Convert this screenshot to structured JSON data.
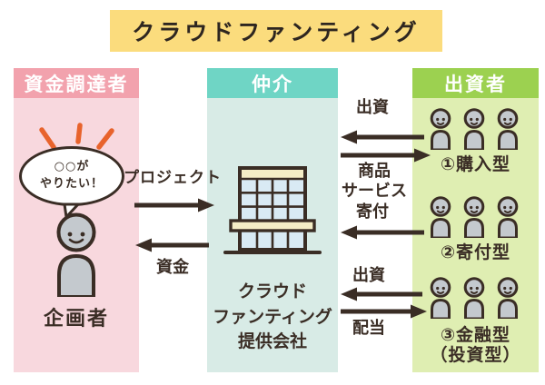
{
  "title": "クラウドファンティング",
  "columns": {
    "fundraiser": {
      "header": "資金調達者",
      "bubble_line1": "○○が",
      "bubble_line2": "やりたい！",
      "label": "企画者"
    },
    "intermediary": {
      "header": "仲介",
      "name_line1": "クラウド",
      "name_line2": "ファンティング",
      "name_line3": "提供会社"
    },
    "investors": {
      "header": "出資者",
      "groups": [
        {
          "label": "①購入型"
        },
        {
          "label": "②寄付型"
        },
        {
          "label": "③金融型",
          "sublabel": "（投資型）"
        }
      ]
    }
  },
  "flows": {
    "project": "プロジェクト",
    "fund": "資金",
    "investment_top": "出資",
    "goods_line1": "商品",
    "goods_line2": "サービス",
    "donation": "寄付",
    "investment_bottom": "出資",
    "dividend": "配当"
  },
  "colors": {
    "title_bg": "#fbdc7d",
    "fundraiser_header": "#f2a2ad",
    "fundraiser_bg": "#f8d8de",
    "intermediary_header": "#6fd5c5",
    "intermediary_bg": "#d8ebe6",
    "investors_header": "#9cd150",
    "investors_bg": "#dfeeb2",
    "ink": "#3a2d25",
    "ray_orange": "#e8632c",
    "figure_gray": "#c4c9ce",
    "window_blue": "#d9eaf4",
    "band_cream": "#f4edc6"
  }
}
